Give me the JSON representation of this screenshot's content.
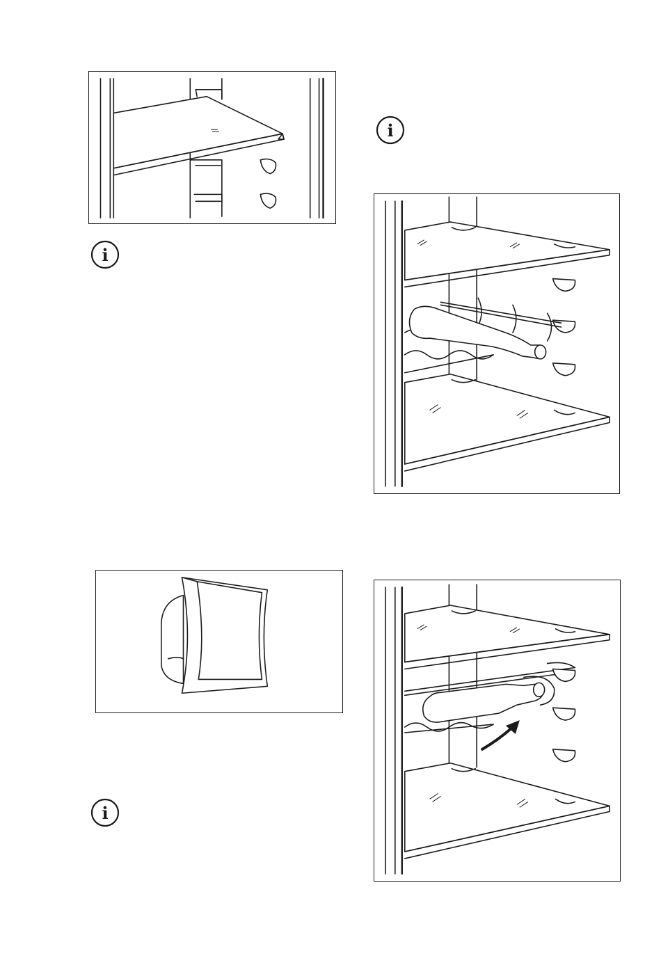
{
  "page": {
    "background": "#ffffff",
    "line_color": "#1a1a1a"
  },
  "icons": {
    "info": "information-icon",
    "info_glyph": "i"
  },
  "figures": [
    {
      "name": "shelf-removal-figure"
    },
    {
      "name": "shelf-support-detail-figure"
    },
    {
      "name": "wine-rack-figure"
    },
    {
      "name": "wine-rack-tilted-figure"
    }
  ]
}
